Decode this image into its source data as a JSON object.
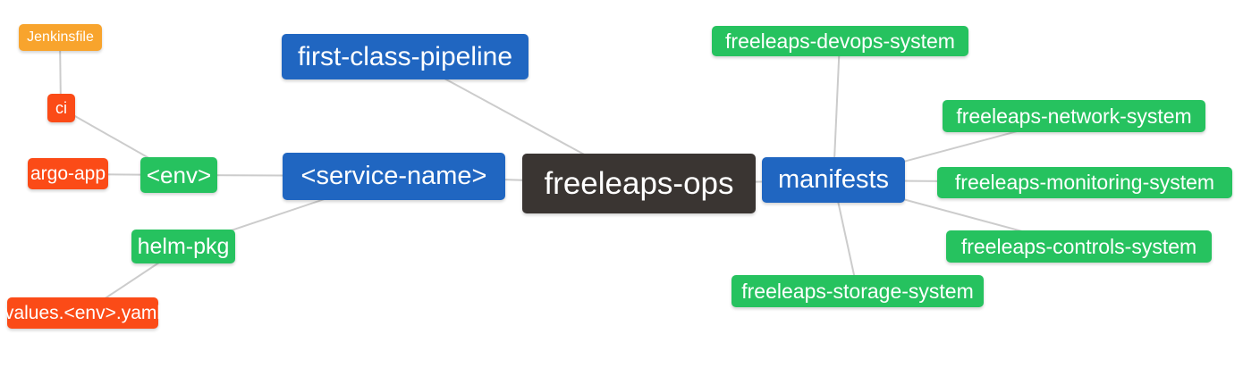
{
  "diagram": {
    "type": "mindmap",
    "background_color": "#ffffff",
    "edge_color": "#cccccc",
    "colors": {
      "blue": "#2066c1",
      "green": "#26c25f",
      "orange": "#f8a42d",
      "red_orange": "#fb4b17",
      "dark": "#3a3532",
      "text": "#ffffff"
    },
    "root": "freeleaps-ops",
    "nodes": [
      {
        "id": "jenkinsfile",
        "label": "Jenkinsfile",
        "color": "#f8a42d"
      },
      {
        "id": "ci",
        "label": "ci",
        "color": "#fb4b17"
      },
      {
        "id": "argo-app",
        "label": "argo-app",
        "color": "#fb4b17"
      },
      {
        "id": "env",
        "label": "<env>",
        "color": "#26c25f"
      },
      {
        "id": "helm-pkg",
        "label": "helm-pkg",
        "color": "#26c25f"
      },
      {
        "id": "values-env-yaml",
        "label": "values.<env>.yaml",
        "color": "#fb4b17"
      },
      {
        "id": "first-class-pipeline",
        "label": "first-class-pipeline",
        "color": "#2066c1"
      },
      {
        "id": "service-name",
        "label": "<service-name>",
        "color": "#2066c1"
      },
      {
        "id": "freeleaps-ops",
        "label": "freeleaps-ops",
        "color": "#3a3532"
      },
      {
        "id": "manifests",
        "label": "manifests",
        "color": "#2066c1"
      },
      {
        "id": "freeleaps-devops-system",
        "label": "freeleaps-devops-system",
        "color": "#26c25f"
      },
      {
        "id": "freeleaps-network-system",
        "label": "freeleaps-network-system",
        "color": "#26c25f"
      },
      {
        "id": "freeleaps-monitoring-system",
        "label": "freeleaps-monitoring-system",
        "color": "#26c25f"
      },
      {
        "id": "freeleaps-controls-system",
        "label": "freeleaps-controls-system",
        "color": "#26c25f"
      },
      {
        "id": "freeleaps-storage-system",
        "label": "freeleaps-storage-system",
        "color": "#26c25f"
      }
    ],
    "edges": [
      {
        "from": "jenkinsfile",
        "to": "ci"
      },
      {
        "from": "ci",
        "to": "env"
      },
      {
        "from": "argo-app",
        "to": "env"
      },
      {
        "from": "env",
        "to": "service-name"
      },
      {
        "from": "helm-pkg",
        "to": "service-name"
      },
      {
        "from": "values-env-yaml",
        "to": "helm-pkg"
      },
      {
        "from": "first-class-pipeline",
        "to": "freeleaps-ops"
      },
      {
        "from": "service-name",
        "to": "freeleaps-ops"
      },
      {
        "from": "freeleaps-ops",
        "to": "manifests"
      },
      {
        "from": "manifests",
        "to": "freeleaps-devops-system"
      },
      {
        "from": "manifests",
        "to": "freeleaps-network-system"
      },
      {
        "from": "manifests",
        "to": "freeleaps-monitoring-system"
      },
      {
        "from": "manifests",
        "to": "freeleaps-controls-system"
      },
      {
        "from": "manifests",
        "to": "freeleaps-storage-system"
      }
    ]
  }
}
